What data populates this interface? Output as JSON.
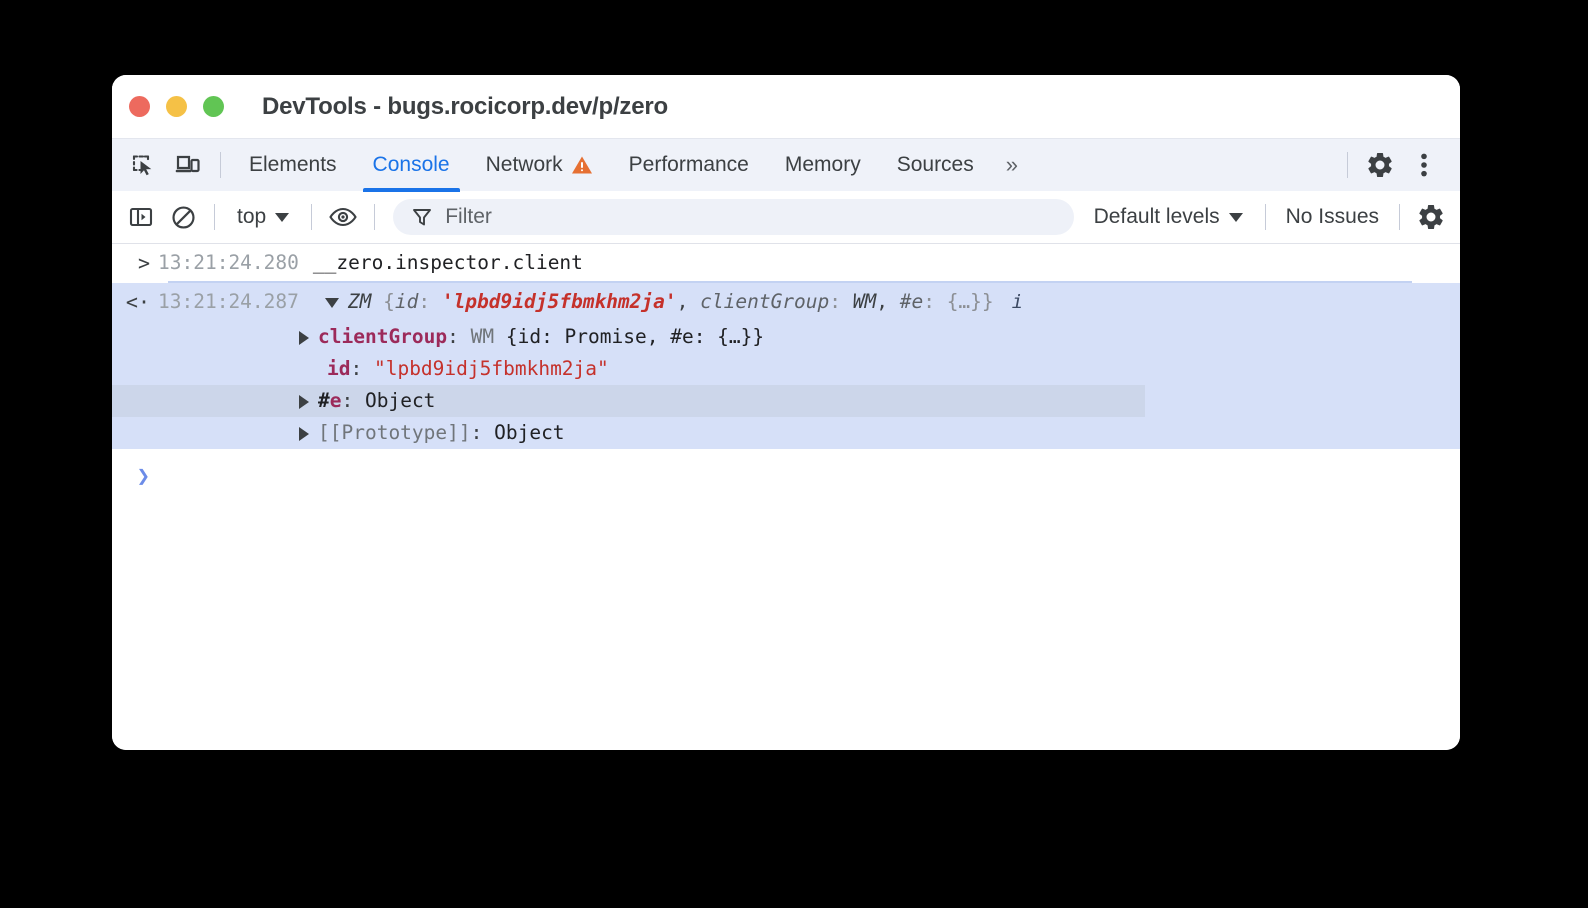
{
  "window": {
    "title": "DevTools - bugs.rocicorp.dev/p/zero",
    "traffic_lights": [
      "close",
      "minimize",
      "maximize"
    ]
  },
  "tabstrip": {
    "left_icons": [
      "inspect-element-icon",
      "device-toolbar-icon"
    ],
    "tabs": [
      {
        "label": "Elements",
        "active": false,
        "badge": null
      },
      {
        "label": "Console",
        "active": true,
        "badge": null
      },
      {
        "label": "Network",
        "active": false,
        "badge": "warning"
      },
      {
        "label": "Performance",
        "active": false,
        "badge": null
      },
      {
        "label": "Memory",
        "active": false,
        "badge": null
      },
      {
        "label": "Sources",
        "active": false,
        "badge": null
      }
    ],
    "more_tabs": "»",
    "right_icons": [
      "settings-gear-icon",
      "more-options-icon"
    ]
  },
  "console_toolbar": {
    "sidebar_toggle": "console-sidebar-icon",
    "clear_label": "clear-console-icon",
    "context": "top",
    "eye_icon": "live-expression-icon",
    "filter_placeholder": "Filter",
    "filter_value": "",
    "levels": "Default levels",
    "issues": "No Issues",
    "settings": "console-settings-gear-icon"
  },
  "console": {
    "messages": [
      {
        "kind": "input",
        "gutter": ">",
        "timestamp": "13:21:24.280",
        "text": "__zero.inspector.client"
      },
      {
        "kind": "result",
        "gutter": "<·",
        "timestamp": "13:21:24.287",
        "expanded": true,
        "selected": true,
        "info_icon": "i",
        "header": {
          "constructor": "ZM",
          "open_brace": " {",
          "preview": [
            {
              "key": "id",
              "sep": ": ",
              "value": "'lpbd9idj5fbmkhm2ja'",
              "value_type": "string"
            },
            {
              "key": "clientGroup",
              "sep": ": ",
              "value": "WM",
              "value_type": "object"
            },
            {
              "key": "#e",
              "sep": ": ",
              "value": "{…}",
              "value_type": "object"
            }
          ],
          "close_brace": "}"
        },
        "properties": [
          {
            "expandable": true,
            "hovered": false,
            "name": "clientGroup",
            "name_style": "bold",
            "value_prefix": "WM ",
            "value": "{id: Promise, #e: {…}}",
            "value_type": "object-preview"
          },
          {
            "expandable": false,
            "hovered": false,
            "name": "id",
            "name_style": "bold",
            "value_prefix": "",
            "value": "\"lpbd9idj5fbmkhm2ja\"",
            "value_type": "string"
          },
          {
            "expandable": true,
            "hovered": true,
            "name": "#e",
            "name_style": "hash",
            "value_prefix": "",
            "value": "Object",
            "value_type": "object"
          },
          {
            "expandable": true,
            "hovered": false,
            "name": "[[Prototype]]",
            "name_style": "proto",
            "value_prefix": "",
            "value": "Object",
            "value_type": "object"
          }
        ]
      }
    ],
    "prompt": {
      "chevron": "❯",
      "value": ""
    }
  },
  "colors": {
    "accent_blue": "#1a73e8",
    "selection_bg": "#d6e0f8",
    "hover_bg": "#ccd6ea",
    "string_red": "#c5312b",
    "property_magenta": "#9c2a5a",
    "warning_orange": "#e67033",
    "prompt_blue": "#6c8ce8",
    "traffic_red": "#ed6a5e",
    "traffic_yellow": "#f5c146",
    "traffic_green": "#61c554"
  }
}
